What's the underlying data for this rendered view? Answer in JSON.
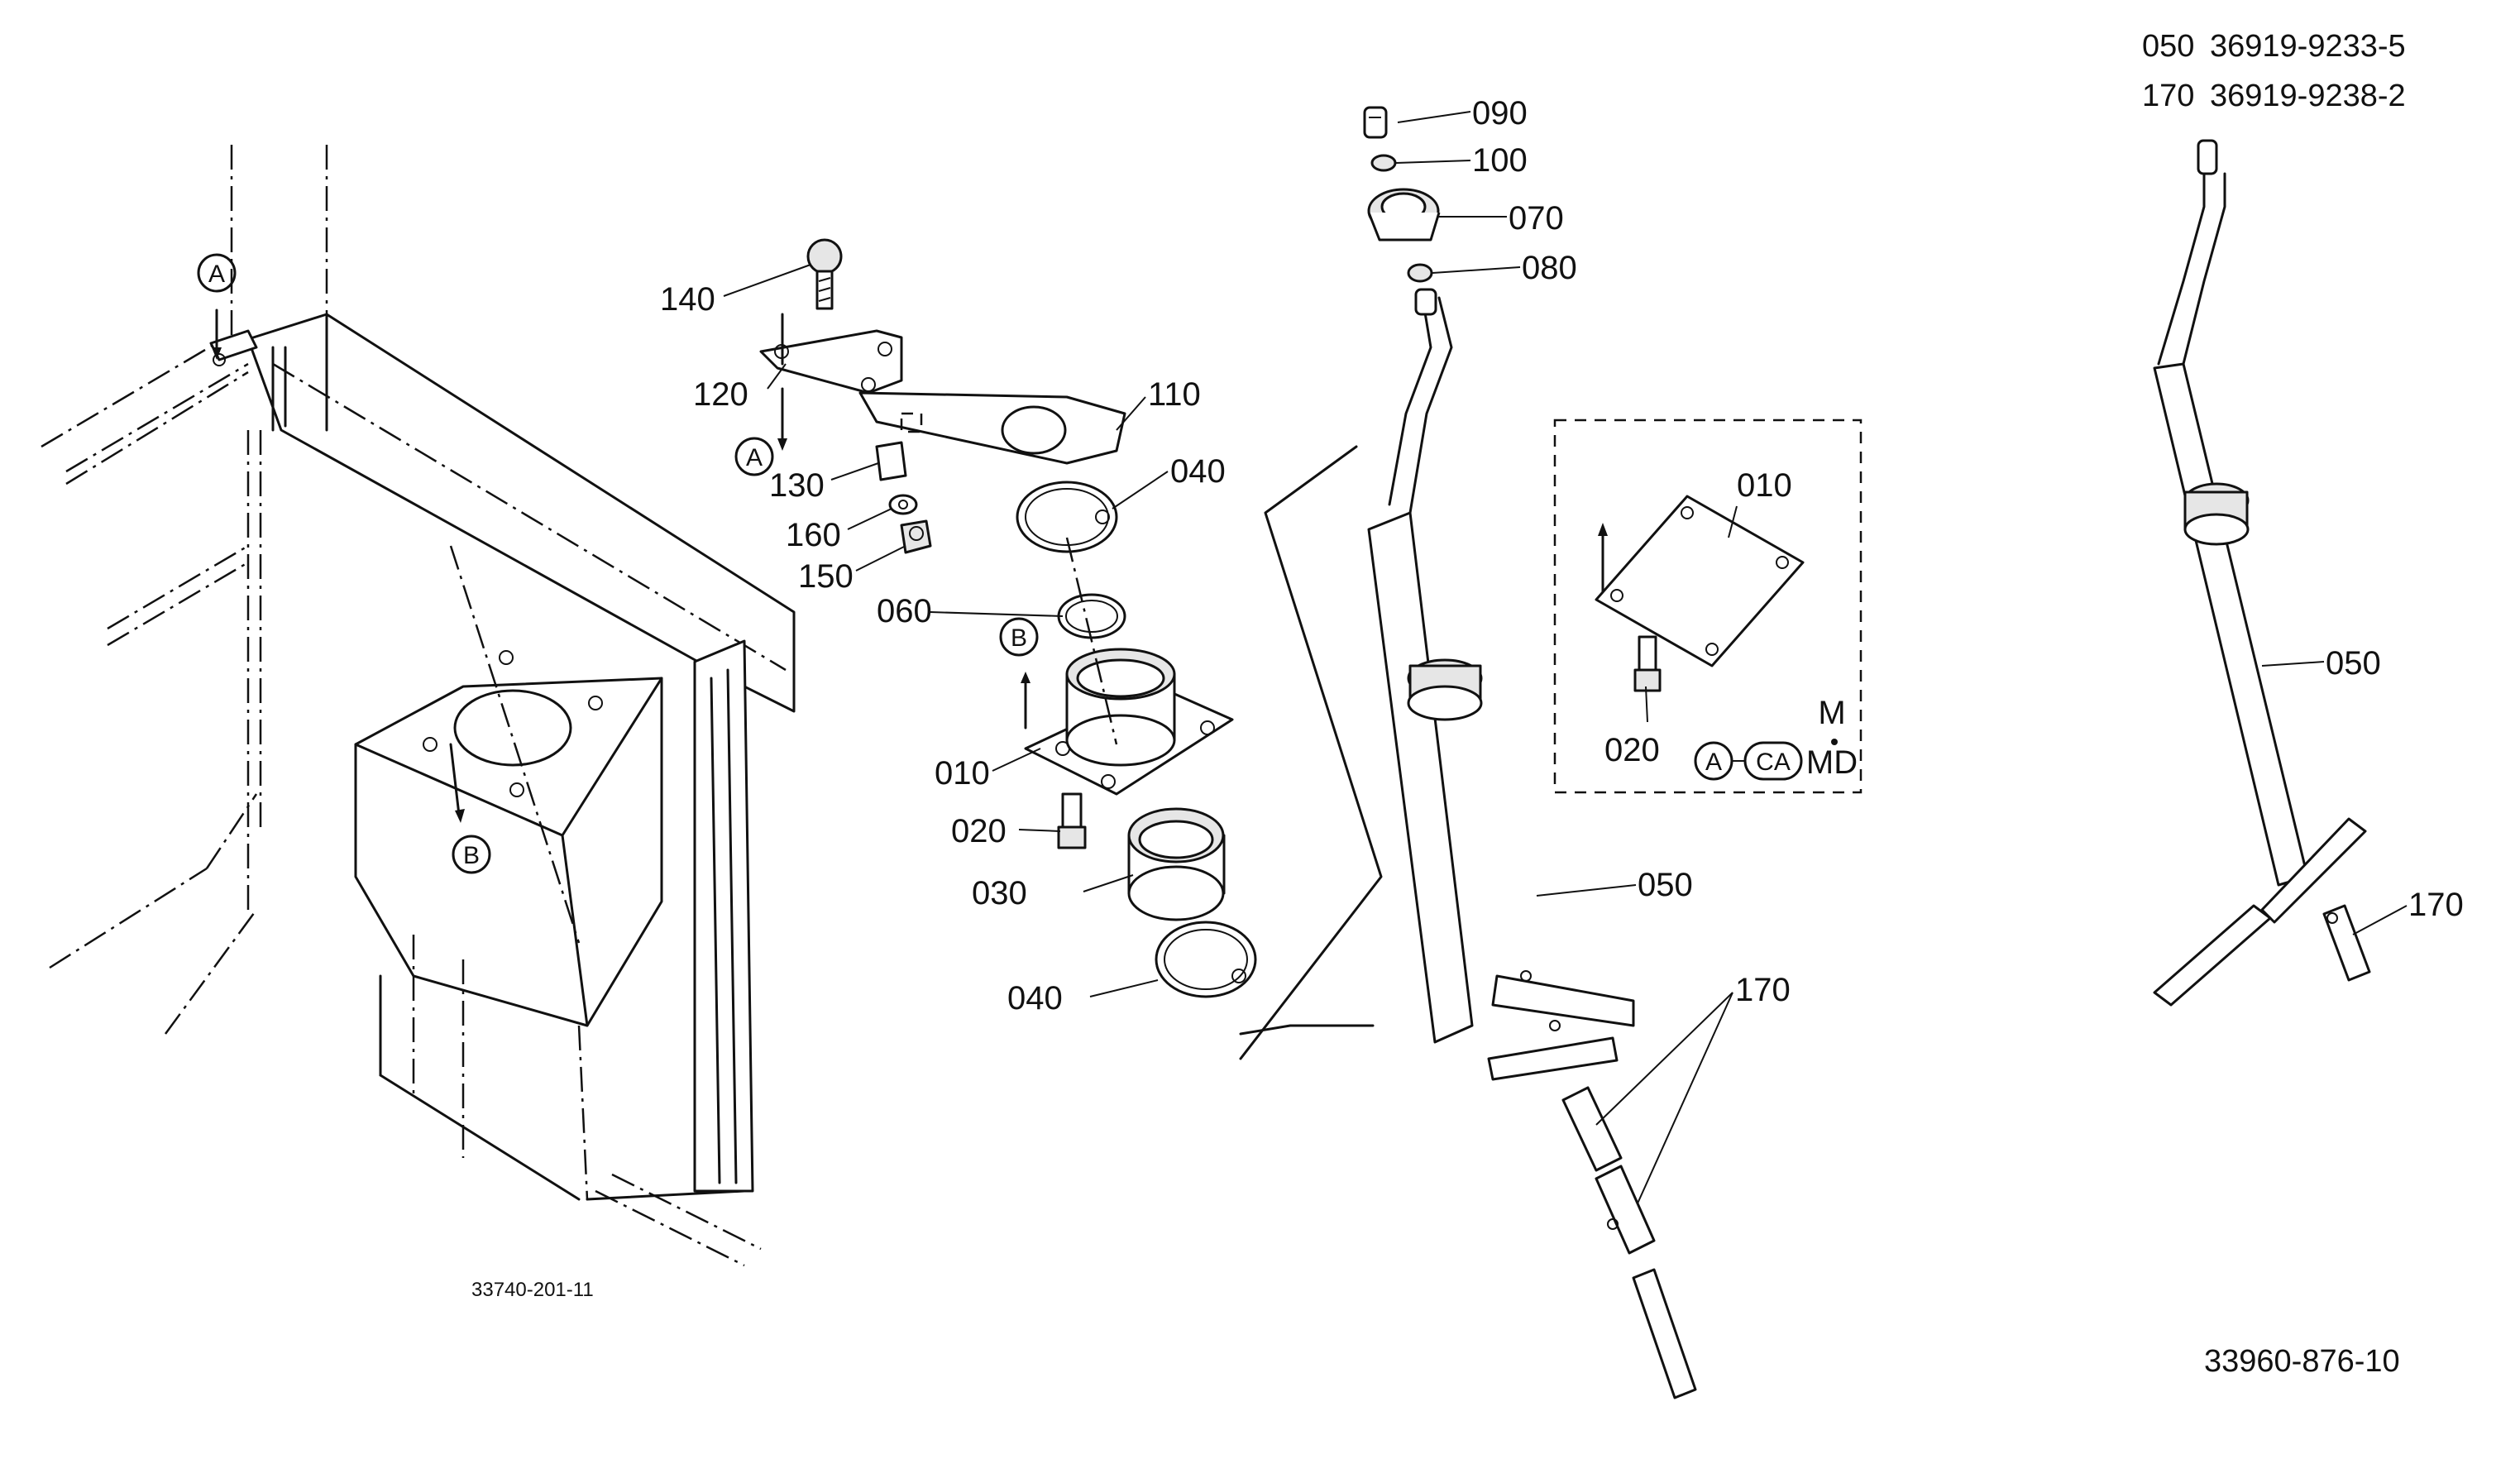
{
  "part_numbers": [
    {
      "ref": "050",
      "number": "36919-9233-5"
    },
    {
      "ref": "170",
      "number": "36919-9238-2"
    }
  ],
  "drawing_codes": {
    "left": "33740-201-11",
    "right": "33960-876-10"
  },
  "callouts": {
    "c090": "090",
    "c100": "100",
    "c070": "070",
    "c080": "080",
    "c140": "140",
    "c120": "120",
    "c110": "110",
    "c130": "130",
    "c040a": "040",
    "c160": "160",
    "c150": "150",
    "c060": "060",
    "c010": "010",
    "c020": "020",
    "c030": "030",
    "c040b": "040",
    "c050": "050",
    "c170": "170",
    "inset010": "010",
    "inset020": "020",
    "right050": "050",
    "right170": "170"
  },
  "reference_marks": {
    "a": "A",
    "b": "B",
    "ca": "CA"
  },
  "inset_models": {
    "top": "M",
    "bottom": "MD"
  }
}
